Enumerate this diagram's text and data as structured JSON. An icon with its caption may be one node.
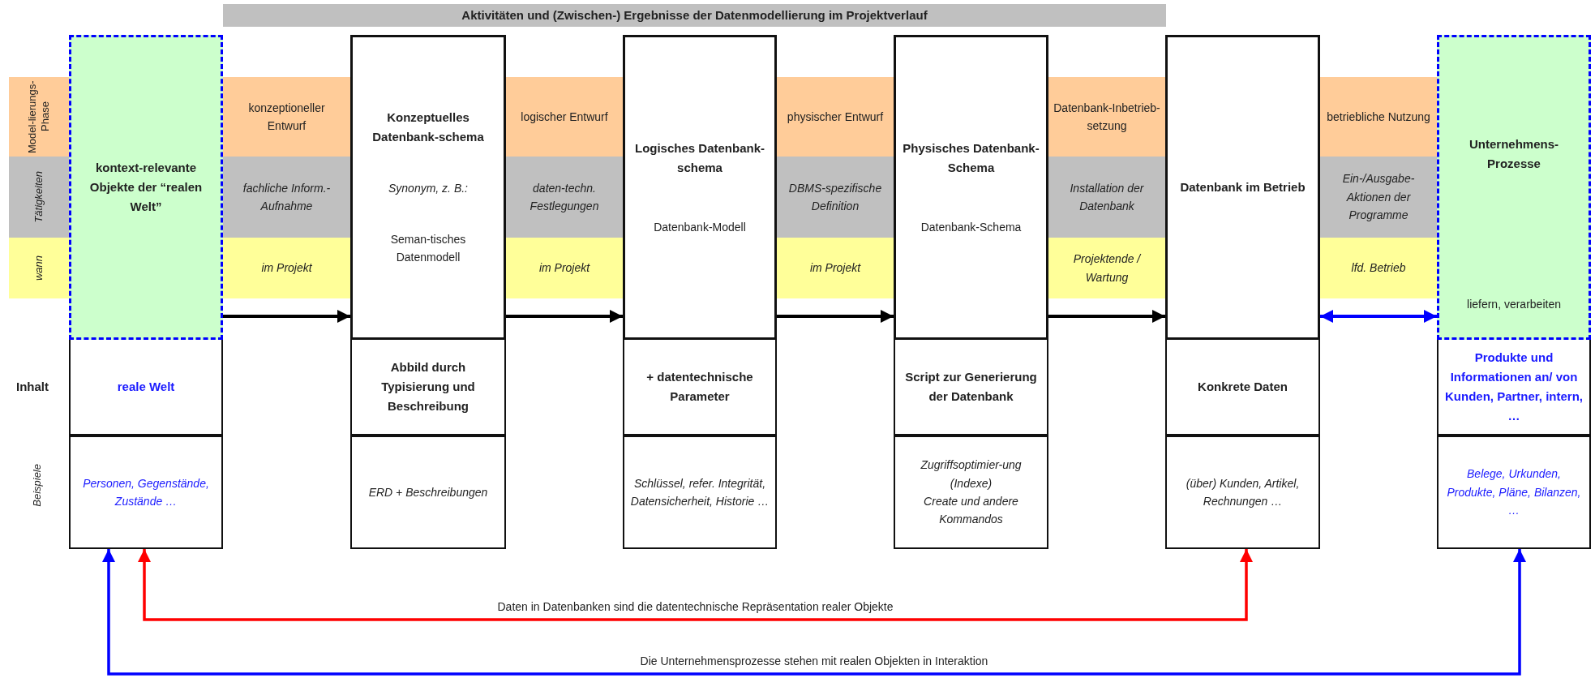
{
  "diagram": {
    "title": "Aktivitäten und (Zwischen-) Ergebnisse der Datenmodellierung im Projektverlauf",
    "nodes": [
      {
        "text": [
          "Model-lierungs-Phase"
        ]
      },
      {
        "text": [
          "Tätigkeiten"
        ]
      },
      {
        "text": [
          "wann"
        ]
      },
      {
        "text": [
          "kontext-relevante Objekte der “realen Welt”"
        ]
      },
      {
        "text": [
          "reale Welt"
        ]
      },
      {
        "text": [
          "Personen, Gegenstände, Zustände …"
        ]
      },
      {
        "text": [
          "konzeptioneller Entwurf"
        ]
      },
      {
        "text": [
          "fachliche Inform.-Aufnahme"
        ]
      },
      {
        "text": [
          "im Projekt"
        ]
      },
      {
        "text": [
          "Konzeptuelles Datenbank-schema",
          "Synonym, z. B.:",
          "Seman-tisches Datenmodell"
        ]
      },
      {
        "text": [
          "Abbild durch Typisierung und Beschreibung"
        ]
      },
      {
        "text": [
          "ERD + Beschreibungen"
        ]
      },
      {
        "text": [
          "logischer Entwurf"
        ]
      },
      {
        "text": [
          "daten-techn. Festlegungen"
        ]
      },
      {
        "text": [
          "im Projekt"
        ]
      },
      {
        "text": [
          "Logisches Datenbank-schema",
          "Datenbank-Modell"
        ]
      },
      {
        "text": [
          "+ datentechnische Parameter"
        ]
      },
      {
        "text": [
          "Schlüssel, refer. Integrität, Datensicherheit, Historie …"
        ]
      },
      {
        "text": [
          "physischer Entwurf"
        ]
      },
      {
        "text": [
          "DBMS-spezifische Definition"
        ]
      },
      {
        "text": [
          "im Projekt"
        ]
      },
      {
        "text": [
          "Physisches Datenbank-Schema",
          "Datenbank-Schema"
        ]
      },
      {
        "text": [
          "Script zur Generierung der Datenbank"
        ]
      },
      {
        "text": [
          "Zugriffsoptimier-ung (Indexe)",
          "Create und andere Kommandos"
        ]
      },
      {
        "text": [
          "Datenbank-Inbetrieb-setzung"
        ]
      },
      {
        "text": [
          "Installation der Datenbank"
        ]
      },
      {
        "text": [
          "Projektende / Wartung"
        ]
      },
      {
        "text": [
          "Datenbank im Betrieb"
        ]
      },
      {
        "text": [
          "Konkrete Daten"
        ]
      },
      {
        "text": [
          "(über) Kunden, Artikel, Rechnungen …"
        ]
      },
      {
        "text": [
          "betriebliche Nutzung"
        ]
      },
      {
        "text": [
          "Ein-/Ausgabe-Aktionen der Programme"
        ]
      },
      {
        "text": [
          "lfd. Betrieb"
        ]
      },
      {
        "text": [
          "Unternehmens-Prozesse",
          "liefern, verarbeiten"
        ]
      },
      {
        "text": [
          "Produkte und Informationen an/ von Kunden, Partner, intern, …"
        ]
      },
      {
        "text": [
          "Belege, Urkunden, Produkte, Pläne, Bilanzen, …"
        ]
      }
    ],
    "edges": [
      {
        "from": 3,
        "to": 9,
        "arrow": "to"
      },
      {
        "from": 9,
        "to": 15,
        "arrow": "to"
      },
      {
        "from": 15,
        "to": 21,
        "arrow": "to"
      },
      {
        "from": 21,
        "to": 27,
        "arrow": "to"
      },
      {
        "from": 27,
        "to": 33,
        "arrow": "both",
        "color": "#0000ff"
      },
      {
        "from": 5,
        "to": 29,
        "arrow": "both",
        "color": "#ff0000",
        "label": "Daten in Datenbanken sind die datentechnische Repräsentation realer Objekte"
      },
      {
        "from": 5,
        "to": 35,
        "arrow": "both",
        "color": "#0000ff",
        "label": "Die Unternehmensprozesse stehen mit realen Objekten in Interaktion"
      }
    ],
    "labels": [
      "Inhalt",
      "Beispiele"
    ]
  }
}
